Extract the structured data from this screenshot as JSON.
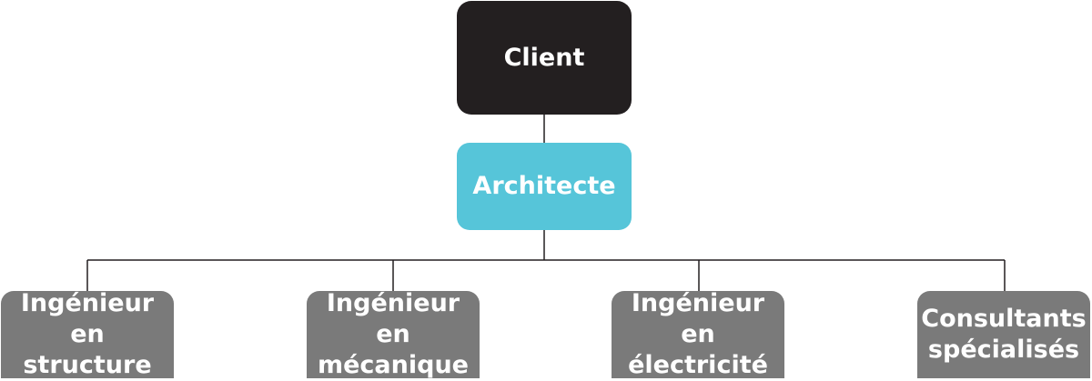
{
  "nodes": {
    "client": "Client",
    "architect": "Architecte",
    "children": [
      {
        "line1": "Ingénieur en",
        "line2": "structure"
      },
      {
        "line1": "Ingénieur en",
        "line2": "mécanique"
      },
      {
        "line1": "Ingénieur en",
        "line2": "électricité"
      },
      {
        "line1": "Consultants",
        "line2": "spécialisés"
      }
    ]
  },
  "colors": {
    "client": "#231f20",
    "architect": "#56c5d9",
    "child": "#7a7a7a",
    "connector": "#231f20"
  }
}
